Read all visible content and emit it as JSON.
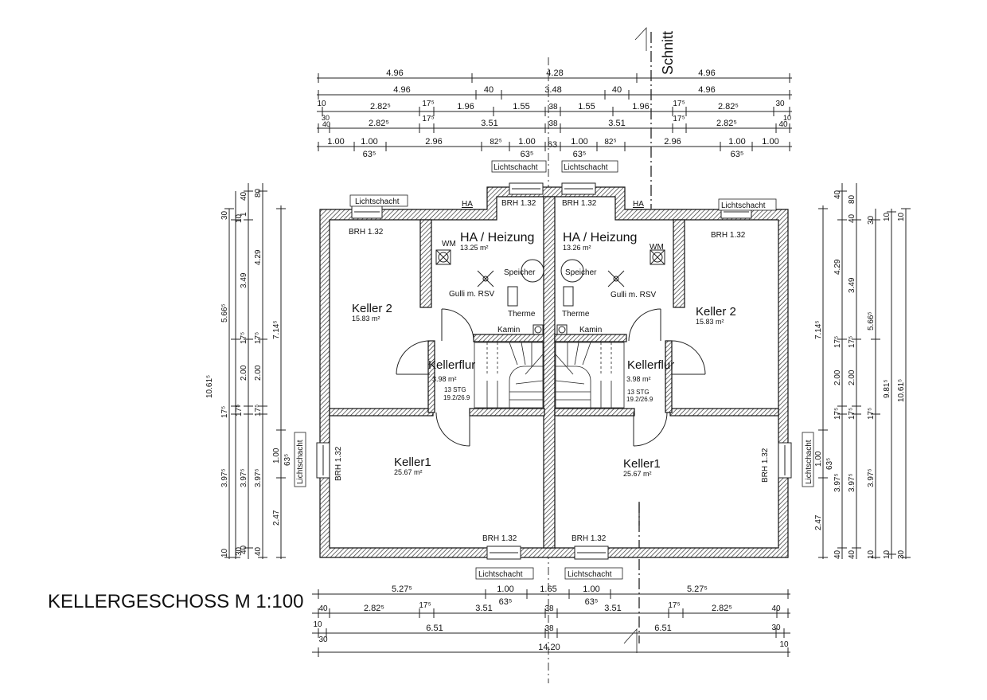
{
  "title": "KELLERGESCHOSS M 1:100",
  "section_label": "Schnitt",
  "dims_top": {
    "r1": [
      "4.96",
      "4.28",
      "4.96"
    ],
    "r2": [
      "4.96",
      "40",
      "3.48",
      "40",
      "4.96"
    ],
    "r3": [
      "10",
      "2.82⁵",
      "17⁵",
      "1.96",
      "1.55",
      "38",
      "1.55",
      "1.96",
      "17⁵",
      "2.82⁵",
      "30"
    ],
    "r4": [
      "30",
      "40",
      "2.82⁵",
      "17⁵",
      "3.51",
      "38",
      "3.51",
      "17⁵",
      "2.82⁵",
      "40",
      "10"
    ],
    "r5": [
      "1.00",
      "1.00",
      "63⁵",
      "2.96",
      "82⁵",
      "1.00",
      "63⁵",
      "63",
      "1.00",
      "63⁵",
      "82⁵",
      "2.96",
      "1.00",
      "63⁵",
      "1.00"
    ]
  },
  "dims_bottom": {
    "r1": [
      "5.27⁵",
      "1.00",
      "63⁵",
      "1.65",
      "1.00",
      "63⁵",
      "5.27⁵"
    ],
    "r2": [
      "40",
      "2.82⁵",
      "17⁵",
      "3.51",
      "38",
      "3.51",
      "17⁵",
      "2.82⁵",
      "40"
    ],
    "r3": [
      "10",
      "30",
      "6.51",
      "38",
      "6.51",
      "30",
      "10"
    ],
    "r4": [
      "14.20"
    ]
  },
  "dims_left": {
    "c1": [
      "30",
      "5.66⁵",
      "17⁵",
      "3.97⁵",
      "10"
    ],
    "c2": [
      "10.61⁵"
    ],
    "c3": [
      "40",
      "80",
      "1",
      "10",
      "3.49",
      "17⁵",
      "2.00",
      "17⁵",
      "3.97⁵",
      "30",
      "40"
    ],
    "c4": [
      "4.29",
      "17⁵",
      "2.00",
      "17⁵",
      "3.97⁵",
      "40"
    ],
    "c5": [
      "7.14⁵",
      "1.00",
      "63⁵",
      "2.47"
    ]
  },
  "dims_right": {
    "c1": [
      "7.14⁵",
      "1.00",
      "63⁵",
      "2.47"
    ],
    "c2": [
      "40",
      "80",
      "4.29",
      "17⁵",
      "2.00",
      "17⁵",
      "3.97⁵",
      "40"
    ],
    "c3": [
      "40",
      "3.49",
      "17⁵",
      "2.00",
      "17⁵",
      "3.97⁵",
      "40"
    ],
    "c4": [
      "30",
      "5.66⁵",
      "17⁵",
      "3.97⁵",
      "10"
    ],
    "c5": [
      "10",
      "9.81⁵",
      "10"
    ],
    "c6": [
      "10",
      "10.61⁵",
      "30"
    ]
  },
  "rooms": {
    "keller2_left": {
      "name": "Keller 2",
      "area": "15.83 m²"
    },
    "keller2_right": {
      "name": "Keller 2",
      "area": "15.83 m²"
    },
    "heizung_left": {
      "name": "HA / Heizung",
      "area": "13.25 m²"
    },
    "heizung_right": {
      "name": "HA / Heizung",
      "area": "13.26 m²"
    },
    "kellerflur_left": {
      "name": "Kellerflur",
      "area": "3.98 m²",
      "stg": "13 STG",
      "stg2": "19.2/26.9"
    },
    "kellerflur_right": {
      "name": "Kellerflur",
      "area": "3.98 m²",
      "stg": "13 STG",
      "stg2": "19.2/26.9"
    },
    "keller1_left": {
      "name": "Keller1",
      "area": "25.67 m²"
    },
    "keller1_right": {
      "name": "Keller1",
      "area": "25.67 m²"
    }
  },
  "labels": {
    "lichtschacht": "Lichtschacht",
    "brh": "BRH 1.32",
    "ha": "HA",
    "wm": "WM",
    "speicher": "Speicher",
    "gulli": "Gulli m. RSV",
    "therme": "Therme",
    "kamin": "Kamin"
  }
}
